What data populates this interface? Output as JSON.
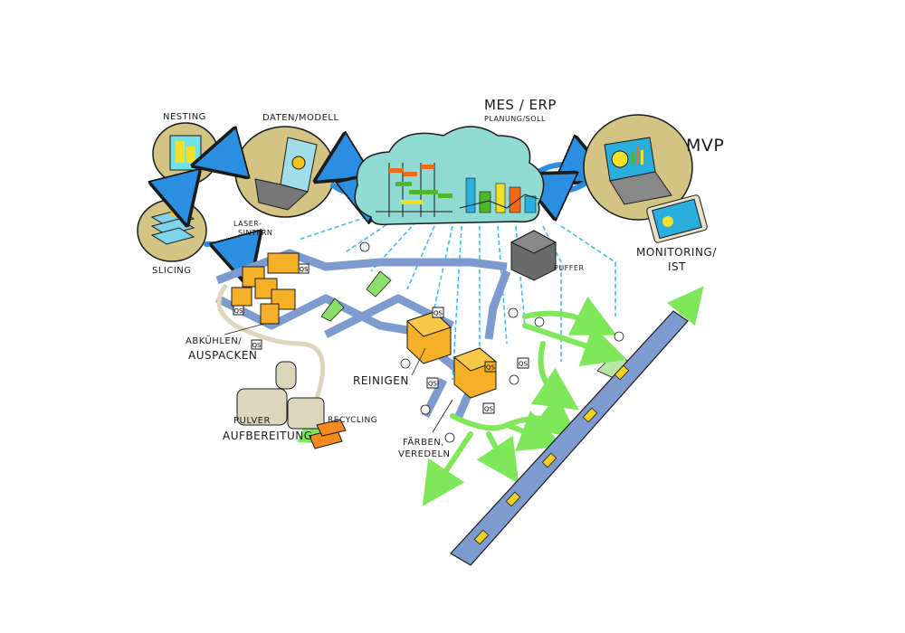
{
  "diagram": {
    "type": "process-flow-sketch",
    "labels": {
      "nesting": "NESTING",
      "daten_modell": "DATEN/MODELL",
      "mes_erp": "MES / ERP",
      "planung_soll": "PLANUNG/SOLL",
      "mvp": "MVP",
      "monitoring_ist_1": "MONITORING/",
      "monitoring_ist_2": "IST",
      "slicing": "SLICING",
      "laser_sintern_1": "LASER-",
      "laser_sintern_2": "SINTERN",
      "puffer": "PUFFER",
      "abkuehlen_1": "ABKÜHLEN/",
      "abkuehlen_2": "AUSPACKEN",
      "reinigen": "REINIGEN",
      "pulver_1": "PULVER",
      "pulver_2": "AUFBEREITUNG",
      "recycling": "RECYCLING",
      "faerben_1": "FÄRBEN,",
      "faerben_2": "VEREDELN",
      "qs": "QS"
    },
    "colors": {
      "circle_fill": "#d3c484",
      "cloud_fill": "#8fdbd3",
      "arrow_blue": "#2a8fe0",
      "conveyor": "#7e9bd0",
      "machine_orange": "#f5b027",
      "flow_green": "#7ee85a",
      "pulver_beige": "#ddd6bd",
      "recycling_orange": "#f58b1f",
      "puffer_gray": "#6a6a6a",
      "dash_cyan": "#3cc0ee"
    },
    "nodes": [
      {
        "id": "nesting",
        "label": "NESTING"
      },
      {
        "id": "daten_modell",
        "label": "DATEN/MODELL"
      },
      {
        "id": "mes_erp",
        "label": "MES / ERP"
      },
      {
        "id": "mvp",
        "label": "MVP"
      },
      {
        "id": "slicing",
        "label": "SLICING"
      },
      {
        "id": "laser_sintern",
        "label": "LASER-SINTERN"
      },
      {
        "id": "abkuehlen",
        "label": "ABKÜHLEN/AUSPACKEN"
      },
      {
        "id": "reinigen",
        "label": "REINIGEN"
      },
      {
        "id": "puffer",
        "label": "PUFFER"
      },
      {
        "id": "faerben",
        "label": "FÄRBEN, VEREDELN"
      },
      {
        "id": "pulver",
        "label": "PULVER AUFBEREITUNG"
      },
      {
        "id": "recycling",
        "label": "RECYCLING"
      }
    ],
    "edges": [
      {
        "from": "daten_modell",
        "to": "nesting"
      },
      {
        "from": "nesting",
        "to": "slicing"
      },
      {
        "from": "slicing",
        "to": "laser_sintern"
      },
      {
        "from": "mes_erp",
        "to": "daten_modell",
        "bidirectional": true
      },
      {
        "from": "mes_erp",
        "to": "mvp",
        "bidirectional": true
      },
      {
        "from": "pulver",
        "to": "recycling"
      }
    ]
  }
}
